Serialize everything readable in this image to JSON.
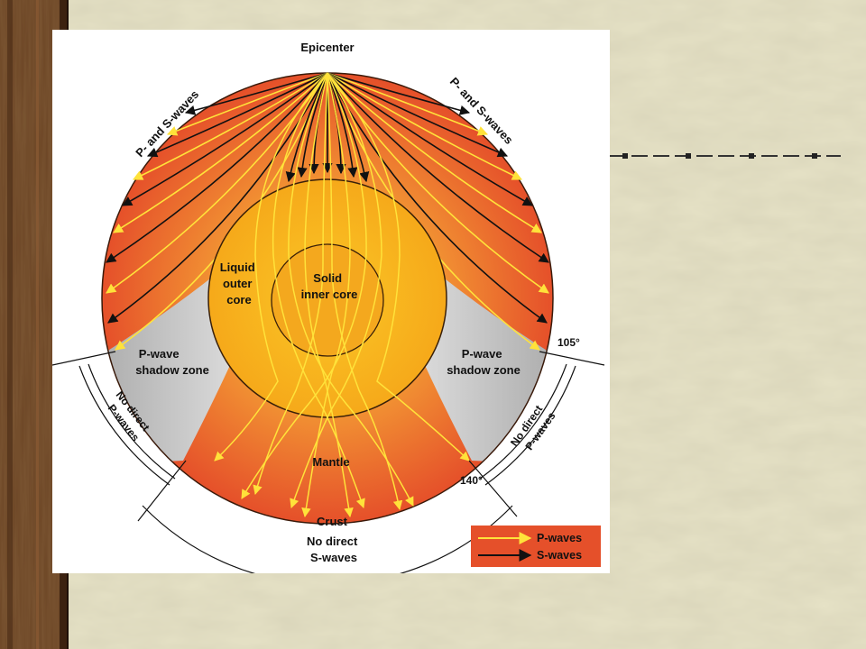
{
  "slide": {
    "background_color": "#e6e2c6",
    "frame_color": "#6b4424",
    "decor_line_color": "#333333"
  },
  "diagram": {
    "labels": {
      "epicenter": "Epicenter",
      "p_and_s_left": "P- and S-waves",
      "p_and_s_right": "P- and S-waves",
      "liquid_outer_core": [
        "Liquid",
        "outer",
        "core"
      ],
      "solid_inner_core": [
        "Solid",
        "inner core"
      ],
      "shadow_left": [
        "P-wave",
        "shadow zone"
      ],
      "shadow_right": [
        "P-wave",
        "shadow zone"
      ],
      "mantle": "Mantle",
      "crust": "Crust",
      "deg_105": "105°",
      "deg_140": "140°",
      "no_direct_p_left": [
        "No direct",
        "P-waves"
      ],
      "no_direct_p_right": [
        "No direct",
        "P-waves"
      ],
      "no_direct_s": [
        "No direct",
        "S-waves"
      ]
    },
    "legend": {
      "p_waves": "P-waves",
      "s_waves": "S-waves"
    },
    "colors": {
      "mantle_outer": "#e5502a",
      "mantle_inner": "#f39a34",
      "outer_core": "#f7b21d",
      "inner_core": "#f4a81e",
      "shadow_zone": "#c4c4c4",
      "p_wave": "#ffe23a",
      "s_wave": "#111111"
    }
  }
}
